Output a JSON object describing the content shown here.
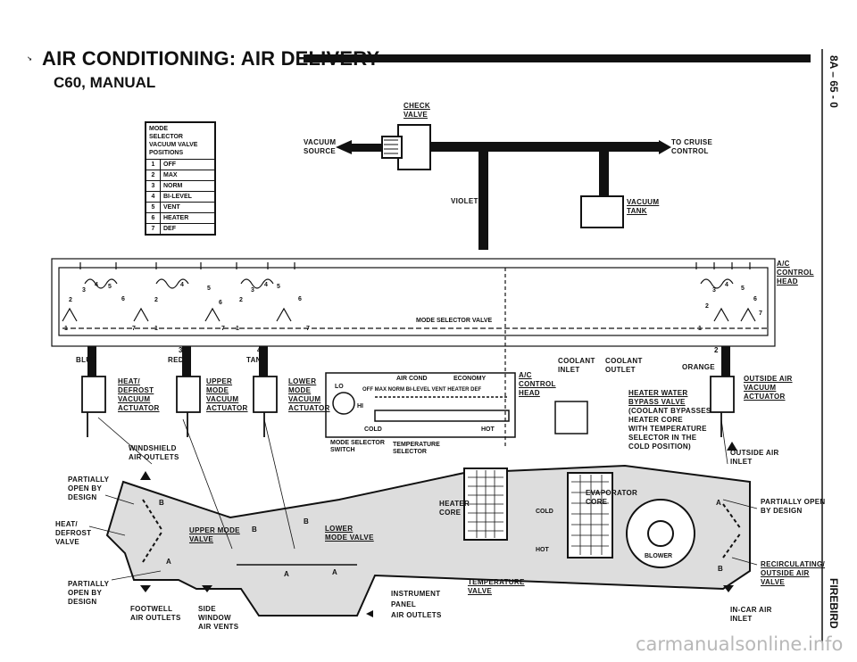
{
  "header": {
    "title": "AIR CONDITIONING: AIR DELIVERY",
    "subtitle": "C60, MANUAL",
    "page_number": "8A – 65 - 0",
    "section": "FIREBIRD"
  },
  "mode_table": {
    "title": [
      "MODE",
      "SELECTOR",
      "VACUUM VALVE",
      "POSITIONS"
    ],
    "rows": [
      {
        "num": "1",
        "label": "OFF"
      },
      {
        "num": "2",
        "label": "MAX"
      },
      {
        "num": "3",
        "label": "NORM"
      },
      {
        "num": "4",
        "label": "BI-LEVEL"
      },
      {
        "num": "5",
        "label": "VENT"
      },
      {
        "num": "6",
        "label": "HEATER"
      },
      {
        "num": "7",
        "label": "DEF"
      }
    ]
  },
  "labels": {
    "check_valve": [
      "CHECK",
      "VALVE"
    ],
    "vacuum_source": [
      "VACUUM",
      "SOURCE"
    ],
    "to_cruise": [
      "TO CRUISE",
      "CONTROL"
    ],
    "violet": "VIOLET",
    "vacuum_tank": [
      "VACUUM",
      "TANK"
    ],
    "ac_control_head_top": [
      "A/C",
      "CONTROL",
      "HEAD"
    ],
    "mode_selector_valve": "MODE SELECTOR VALVE",
    "blue": "BLUE",
    "red": "RED",
    "tan": "TAN",
    "orange": "ORANGE",
    "heat_defrost_actuator": [
      "HEAT/",
      "DEFROST",
      "VACUUM",
      "ACTUATOR"
    ],
    "upper_mode_actuator": [
      "UPPER",
      "MODE",
      "VACUUM",
      "ACTUATOR"
    ],
    "lower_mode_actuator": [
      "LOWER",
      "MODE",
      "VACUUM",
      "ACTUATOR"
    ],
    "ac_control_head_mid": [
      "A/C",
      "CONTROL",
      "HEAD"
    ],
    "coolant_inlet": [
      "COOLANT",
      "INLET"
    ],
    "coolant_outlet": [
      "COOLANT",
      "OUTLET"
    ],
    "heater_water_bypass": [
      "HEATER WATER",
      "BYPASS VALVE",
      "(COOLANT BYPASSES",
      "HEATER CORE",
      "WITH TEMPERATURE",
      "SELECTOR IN THE",
      "COLD POSITION)"
    ],
    "outside_air_actuator": [
      "OUTSIDE AIR",
      "VACUUM",
      "ACTUATOR"
    ],
    "panel_air_cond": "AIR COND",
    "panel_economy": "ECONOMY",
    "panel_lo": "LO",
    "panel_hi": "HI",
    "panel_modes": "OFF  MAX  NORM  BI-LEVEL  VENT  HEATER  DEF",
    "panel_cold": "COLD",
    "panel_hot": "HOT",
    "mode_selector_switch": [
      "MODE SELECTOR",
      "SWITCH"
    ],
    "temperature_selector": [
      "TEMPERATURE",
      "SELECTOR"
    ],
    "windshield_outlets": [
      "WINDSHIELD",
      "AIR OUTLETS"
    ],
    "outside_air_inlet": [
      "OUTSIDE AIR",
      "INLET"
    ],
    "partially_open_left": [
      "PARTIALLY",
      "OPEN BY",
      "DESIGN"
    ],
    "heat_defrost_valve": [
      "HEAT/",
      "DEFROST",
      "VALVE"
    ],
    "upper_mode_valve": [
      "UPPER MODE",
      "VALVE"
    ],
    "lower_mode_valve": [
      "LOWER",
      "MODE VALVE"
    ],
    "heater_core": [
      "HEATER",
      "CORE"
    ],
    "evaporator_core": [
      "EVAPORATOR",
      "CORE"
    ],
    "cold": "COLD",
    "hot": "HOT",
    "blower": "BLOWER",
    "partially_open_right": [
      "PARTIALLY OPEN",
      "BY DESIGN"
    ],
    "recirc_valve": [
      "RECIRCULATING/",
      "OUTSIDE AIR",
      "VALVE"
    ],
    "partially_open_lower": [
      "PARTIALLY",
      "OPEN BY",
      "DESIGN"
    ],
    "temperature_valve": [
      "TEMPERATURE",
      "VALVE"
    ],
    "instrument_panel_outlets": [
      "INSTRUMENT",
      "PANEL",
      "AIR OUTLETS"
    ],
    "footwell_outlets": [
      "FOOTWELL",
      "AIR OUTLETS"
    ],
    "side_window_vents": [
      "SIDE",
      "WINDOW",
      "AIR VENTS"
    ],
    "in_car_air_inlet": [
      "IN-CAR AIR",
      "INLET"
    ],
    "valve_letters": [
      "A",
      "B"
    ],
    "port_numbers": [
      "1",
      "2",
      "3",
      "4",
      "5",
      "6",
      "7"
    ]
  },
  "watermark": "carmanualsonline.info"
}
